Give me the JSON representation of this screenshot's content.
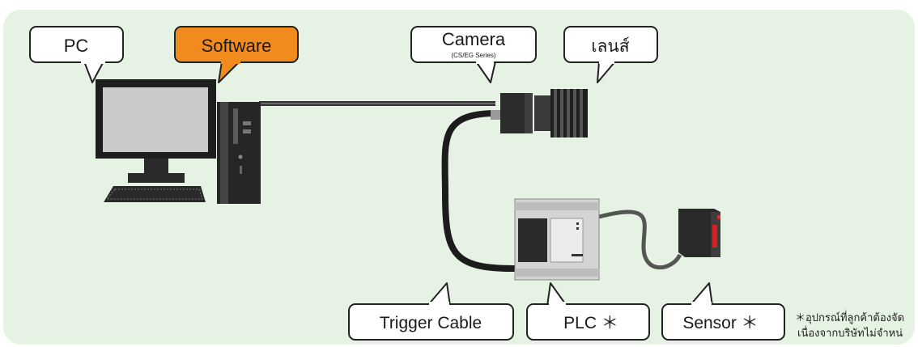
{
  "callouts": {
    "pc": "PC",
    "software": "Software",
    "camera": "Camera",
    "camera_series": "(CS/EG Series)",
    "lens": "เลนส์",
    "trigger_cable": "Trigger Cable",
    "plc": "PLC ＊",
    "sensor": "Sensor ＊"
  },
  "footnote": {
    "line1": "＊อุปกรณ์ที่ลูกค้าต้องจัด",
    "line2": "เนื่องจากบริษัทไม่จำหน่"
  },
  "colors": {
    "background_panel": "#e6f2e3",
    "software_highlight": "#f28b1e",
    "callout_fill": "#ffffff",
    "outline": "#222222",
    "sensor_indicator": "#d62020"
  }
}
